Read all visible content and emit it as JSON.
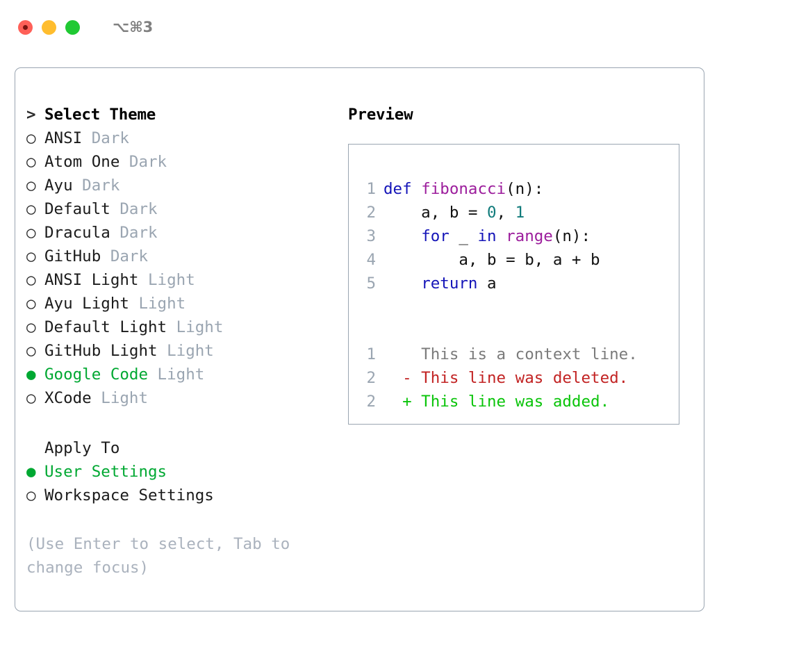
{
  "titlebar": {
    "shortcut": "⌥⌘3",
    "buttons": {
      "close": "close",
      "minimize": "minimize",
      "maximize": "maximize"
    }
  },
  "colors": {
    "accent_green": "#00a832",
    "muted": "#9aa5b1",
    "hint": "#aab2bd",
    "border": "#9aa5b1",
    "keyword": "#1414b8",
    "function": "#9c1d9c",
    "number": "#0f7a7a",
    "diff_context": "#7b7b7b",
    "diff_delete": "#c22323",
    "diff_add": "#0ac40a"
  },
  "theme_picker": {
    "heading_prefix": ">",
    "heading": "Select Theme",
    "marker_selected": "●",
    "marker_unselected": "○",
    "items": [
      {
        "name": "ANSI",
        "kind": "Dark",
        "selected": false
      },
      {
        "name": "Atom One",
        "kind": "Dark",
        "selected": false
      },
      {
        "name": "Ayu",
        "kind": "Dark",
        "selected": false
      },
      {
        "name": "Default",
        "kind": "Dark",
        "selected": false
      },
      {
        "name": "Dracula",
        "kind": "Dark",
        "selected": false
      },
      {
        "name": "GitHub",
        "kind": "Dark",
        "selected": false
      },
      {
        "name": "ANSI Light",
        "kind": "Light",
        "selected": false
      },
      {
        "name": "Ayu Light",
        "kind": "Light",
        "selected": false
      },
      {
        "name": "Default Light",
        "kind": "Light",
        "selected": false
      },
      {
        "name": "GitHub Light",
        "kind": "Light",
        "selected": false
      },
      {
        "name": "Google Code",
        "kind": "Light",
        "selected": true
      },
      {
        "name": "XCode",
        "kind": "Light",
        "selected": false
      }
    ]
  },
  "apply_to": {
    "heading": "Apply To",
    "items": [
      {
        "name": "User Settings",
        "selected": true
      },
      {
        "name": "Workspace Settings",
        "selected": false
      }
    ]
  },
  "hint": "(Use Enter to select, Tab to change focus)",
  "preview": {
    "title": "Preview",
    "code_lines": [
      {
        "no": "1",
        "tokens": [
          {
            "t": "def",
            "c": "kw"
          },
          {
            "t": " ",
            "c": "pl"
          },
          {
            "t": "fibonacci",
            "c": "fn"
          },
          {
            "t": "(n):",
            "c": "pl"
          }
        ]
      },
      {
        "no": "2",
        "tokens": [
          {
            "t": "    a, b = ",
            "c": "pl"
          },
          {
            "t": "0",
            "c": "num"
          },
          {
            "t": ", ",
            "c": "pl"
          },
          {
            "t": "1",
            "c": "num"
          }
        ]
      },
      {
        "no": "3",
        "tokens": [
          {
            "t": "    ",
            "c": "pl"
          },
          {
            "t": "for",
            "c": "kw"
          },
          {
            "t": " _ ",
            "c": "pl"
          },
          {
            "t": "in",
            "c": "kw"
          },
          {
            "t": " ",
            "c": "pl"
          },
          {
            "t": "range",
            "c": "fn"
          },
          {
            "t": "(n):",
            "c": "pl"
          }
        ]
      },
      {
        "no": "4",
        "tokens": [
          {
            "t": "        a, b = b, a + b",
            "c": "pl"
          }
        ]
      },
      {
        "no": "5",
        "tokens": [
          {
            "t": "    ",
            "c": "pl"
          },
          {
            "t": "return",
            "c": "kw"
          },
          {
            "t": " a",
            "c": "pl"
          }
        ]
      }
    ],
    "diff_lines": [
      {
        "no": "1",
        "sign": " ",
        "text": " This is a context line.",
        "c": "ctx"
      },
      {
        "no": "2",
        "sign": "-",
        "text": " This line was deleted.",
        "c": "del"
      },
      {
        "no": "2",
        "sign": "+",
        "text": " This line was added.",
        "c": "add"
      }
    ]
  }
}
